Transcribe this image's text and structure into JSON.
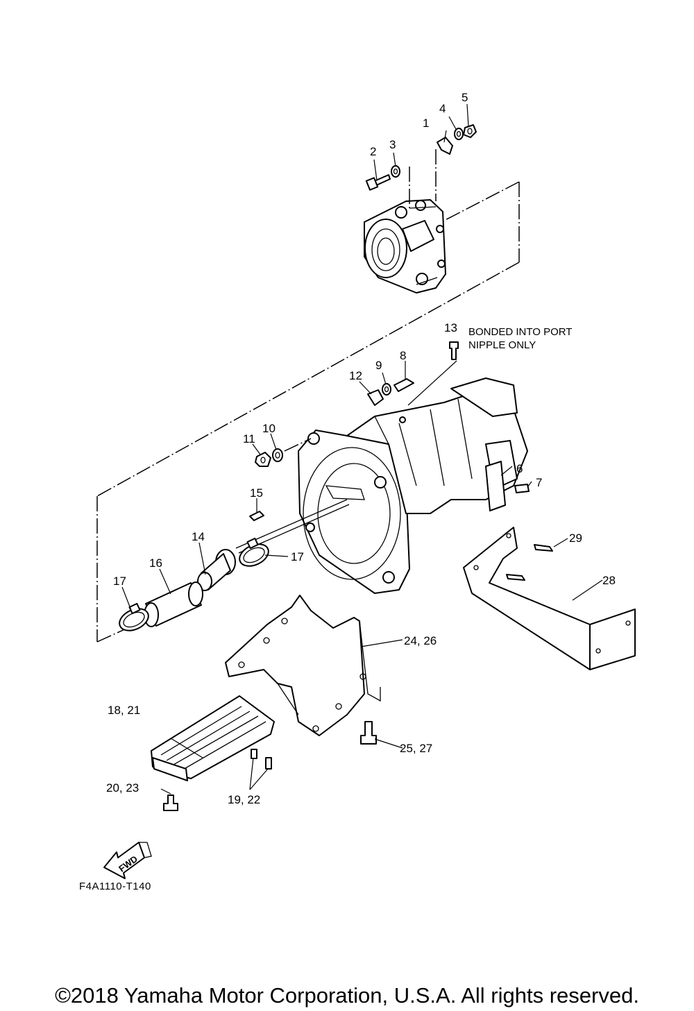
{
  "diagram": {
    "callouts": [
      {
        "id": "c1",
        "text": "1"
      },
      {
        "id": "c2",
        "text": "2"
      },
      {
        "id": "c3",
        "text": "3"
      },
      {
        "id": "c4",
        "text": "4"
      },
      {
        "id": "c5",
        "text": "5"
      },
      {
        "id": "c6",
        "text": "6"
      },
      {
        "id": "c7",
        "text": "7"
      },
      {
        "id": "c8",
        "text": "8"
      },
      {
        "id": "c9",
        "text": "9"
      },
      {
        "id": "c10",
        "text": "10"
      },
      {
        "id": "c11",
        "text": "11"
      },
      {
        "id": "c12",
        "text": "12"
      },
      {
        "id": "c13",
        "text": "13"
      },
      {
        "id": "c14",
        "text": "14"
      },
      {
        "id": "c15",
        "text": "15"
      },
      {
        "id": "c16",
        "text": "16"
      },
      {
        "id": "c17a",
        "text": "17"
      },
      {
        "id": "c17b",
        "text": "17"
      },
      {
        "id": "c18",
        "text": "18, 21"
      },
      {
        "id": "c19",
        "text": "19, 22"
      },
      {
        "id": "c20",
        "text": "20, 23"
      },
      {
        "id": "c24",
        "text": "24, 26"
      },
      {
        "id": "c25",
        "text": "25, 27"
      },
      {
        "id": "c28",
        "text": "28"
      },
      {
        "id": "c29",
        "text": "29"
      }
    ],
    "note_line1": "BONDED INTO PORT",
    "note_line2": "NIPPLE ONLY",
    "fwd_label": "FWD",
    "diagram_code": "F4A1110-T140"
  },
  "footer": {
    "copyright": "©2018 Yamaha Motor Corporation, U.S.A. All rights reserved."
  }
}
